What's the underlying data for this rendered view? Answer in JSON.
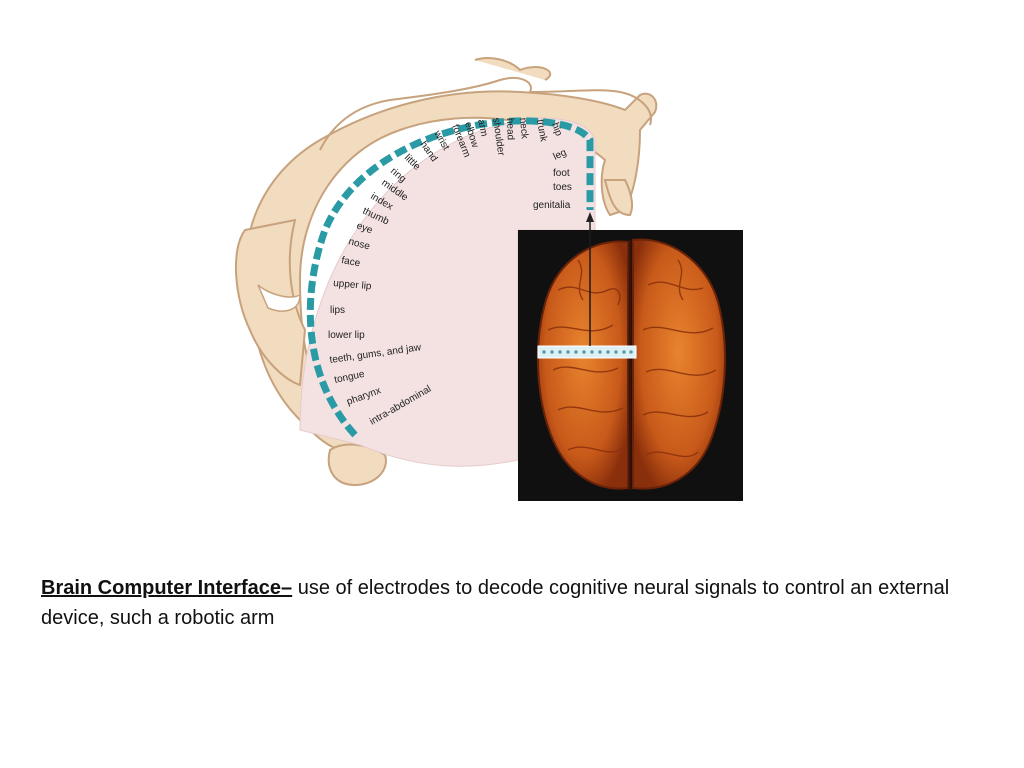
{
  "colors": {
    "cortex": "#f4e2e2",
    "skin": "#f2dcc0",
    "skin_outline": "#c7a27d",
    "electrode": "#2a9aa5",
    "brain_bg": "#101010",
    "brain_orange": "#d2691e",
    "brain_red": "#a5300f",
    "grid_strip": "#cfe8ef"
  },
  "homunculus_labels": [
    "hip",
    "trunk",
    "neck",
    "head",
    "shoulder",
    "arm",
    "elbow",
    "forearm",
    "wrist",
    "hand",
    "little",
    "ring",
    "middle",
    "index",
    "thumb",
    "eye",
    "nose",
    "face",
    "upper lip",
    "lips",
    "lower lip",
    "teeth, gums, and jaw",
    "tongue",
    "pharynx",
    "intra-abdominal",
    "leg",
    "foot",
    "toes",
    "genitalia"
  ],
  "caption": {
    "term": "Brain Computer Interface–",
    "text": " use of electrodes to decode cognitive neural signals to control an external device, such a robotic arm"
  }
}
